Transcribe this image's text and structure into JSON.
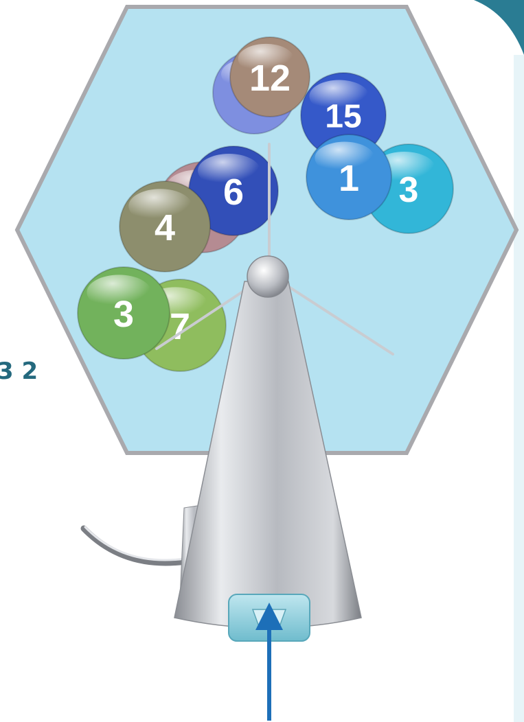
{
  "illustration": {
    "side_label": "3 2",
    "balls": [
      {
        "label": "",
        "color": "#7e8fe0"
      },
      {
        "label": "12",
        "color": "#a58a78"
      },
      {
        "label": "15",
        "color": "#3559c9"
      },
      {
        "label": "3",
        "color": "#32b6d8"
      },
      {
        "label": "1",
        "color": "#3f92dc"
      },
      {
        "label": "",
        "color": "#b58b92"
      },
      {
        "label": "6",
        "color": "#324fb8"
      },
      {
        "label": "4",
        "color": "#8d8e6d"
      },
      {
        "label": "7",
        "color": "#8fbd5e"
      },
      {
        "label": "3",
        "color": "#72b25c"
      }
    ],
    "colors": {
      "hexagon_fill": "#b5e2f1",
      "hexagon_border": "#a9a9ad",
      "stand_metal": "#b8bbc1",
      "arrow": "#1d6fb8",
      "side_text": "#24697e"
    }
  }
}
